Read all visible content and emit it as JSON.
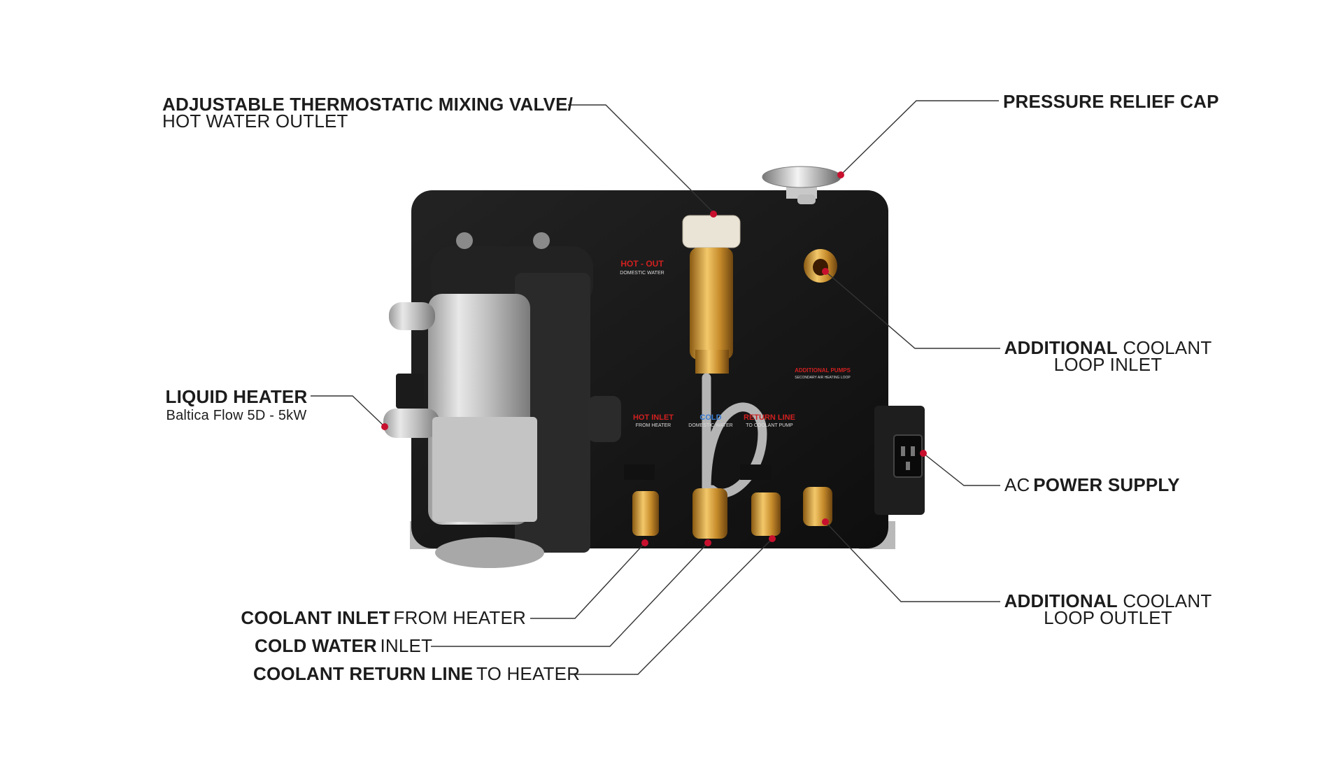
{
  "labels": {
    "mixing_valve": {
      "line1": "ADJUSTABLE THERMOSTATIC MIXING VALVE/",
      "line2": "HOT WATER OUTLET"
    },
    "pressure_cap": {
      "bold": "PRESSURE RELIEF CAP"
    },
    "coolant_loop_inlet": {
      "bold": "ADDITIONAL",
      "normal": "COOLANT",
      "line2": "LOOP INLET"
    },
    "liquid_heater": {
      "bold": "LIQUID HEATER",
      "sub": "Baltica Flow 5D - 5kW"
    },
    "ac_power": {
      "normal": "AC",
      "bold": "POWER SUPPLY"
    },
    "coolant_loop_outlet": {
      "bold": "ADDITIONAL",
      "normal": "COOLANT",
      "line2": "LOOP OUTLET"
    },
    "coolant_inlet": {
      "bold": "COOLANT INLET",
      "normal": "FROM HEATER"
    },
    "cold_water": {
      "bold": "COLD WATER",
      "normal": "INLET"
    },
    "coolant_return": {
      "bold": "COOLANT RETURN LINE",
      "normal": "TO HEATER"
    }
  },
  "panel_stickers": {
    "hot_out": {
      "title": "HOT - OUT",
      "sub": "DOMESTIC WATER"
    },
    "additional_pumps": {
      "title": "ADDITIONAL PUMPS",
      "sub": "SECONDARY AIR HEATING LOOP"
    },
    "hot_inlet": {
      "title": "HOT INLET",
      "sub": "FROM HEATER"
    },
    "cold": {
      "title": "COLD",
      "sub": "DOMESTIC WATER"
    },
    "return_line": {
      "title": "RETURN LINE",
      "sub": "TO COOLANT PUMP"
    }
  },
  "colors": {
    "callout_dot": "#c8102e",
    "panel": "#161616",
    "line": "#333333"
  }
}
